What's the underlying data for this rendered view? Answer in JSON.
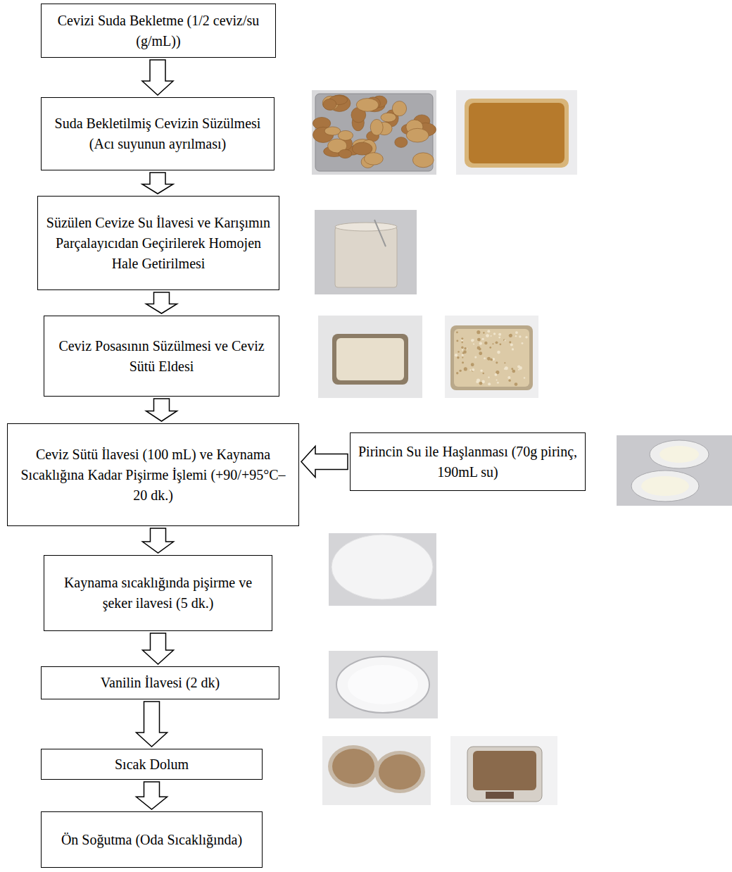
{
  "diagram": {
    "nodes": [
      {
        "text": [
          "Cevizi Suda Bekletme (1/2 ceviz/su (g/mL))"
        ]
      },
      {
        "text": [
          "Suda Bekletilmiş Cevizin Süzülmesi (Acı suyunun ayrılması)"
        ]
      },
      {
        "text": [
          "Süzülen Cevize Su İlavesi ve Karışımın Parçalayıcıdan Geçirilerek Homojen Hale Getirilmesi"
        ]
      },
      {
        "text": [
          "Ceviz Posasının Süzülmesi ve Ceviz Sütü Eldesi"
        ]
      },
      {
        "text": [
          "Ceviz Sütü İlavesi (100 mL) ve Kaynama Sıcaklığına Kadar Pişirme İşlemi (+90/+95°C–20 dk.)"
        ]
      },
      {
        "text": [
          "Pirincin Su ile Haşlanması (70g pirinç, 190mL su)"
        ]
      },
      {
        "text": [
          "Kaynama sıcaklığında pişirme ve şeker ilavesi (5 dk.)"
        ]
      },
      {
        "text": [
          "Vanilin İlavesi (2 dk)"
        ]
      },
      {
        "text": [
          "Sıcak Dolum"
        ]
      },
      {
        "text": [
          "Ön Soğutma (Oda Sıcaklığında)"
        ]
      }
    ],
    "edges": [
      {
        "from": 0,
        "to": 1,
        "arrow": "to"
      },
      {
        "from": 1,
        "to": 2,
        "arrow": "to"
      },
      {
        "from": 2,
        "to": 3,
        "arrow": "to"
      },
      {
        "from": 3,
        "to": 4,
        "arrow": "to"
      },
      {
        "from": 5,
        "to": 4,
        "arrow": "to"
      },
      {
        "from": 4,
        "to": 6,
        "arrow": "to"
      },
      {
        "from": 6,
        "to": 7,
        "arrow": "to"
      },
      {
        "from": 7,
        "to": 8,
        "arrow": "to"
      },
      {
        "from": 8,
        "to": 9,
        "arrow": "to"
      }
    ]
  }
}
